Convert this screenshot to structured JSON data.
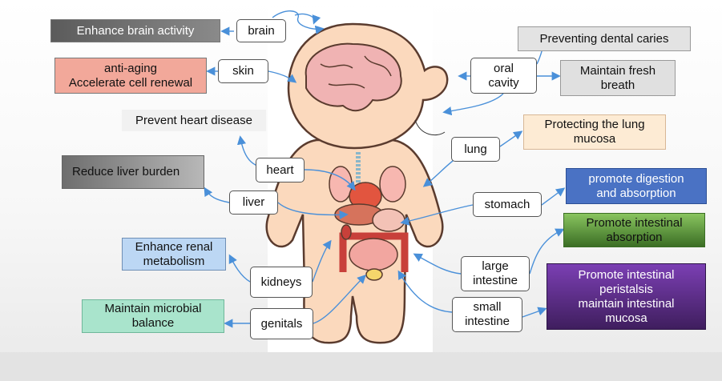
{
  "organs": {
    "brain": "brain",
    "skin": "skin",
    "heart": "heart",
    "liver": "liver",
    "kidneys": "kidneys",
    "genitals": "genitals",
    "oral_cavity": "oral\ncavity",
    "lung": "lung",
    "stomach": "stomach",
    "large_intestine": "large\nintestine",
    "small_intestine": "small\nintestine"
  },
  "benefits": {
    "brain": "Enhance brain activity",
    "skin": "anti-aging\nAccelerate cell renewal",
    "heart": "Prevent heart disease",
    "liver": "Reduce liver burden",
    "kidneys": "Enhance renal\nmetabolism",
    "genitals": "Maintain microbial\nbalance",
    "oral_cavity_1": "Preventing dental caries",
    "oral_cavity_2": "Maintain fresh\nbreath",
    "lung": "Protecting the lung\nmucosa",
    "stomach": "promote digestion\nand absorption",
    "large_intestine": "Promote intestinal\nabsorption",
    "small_intestine": "Promote intestinal\nperistalsis\nmaintain intestinal\nmucosa"
  },
  "colors": {
    "arrow": "#4a90d9",
    "skin_tone": "#fbd9bd",
    "outline": "#5a3b2e",
    "brain": "#f0b3b3"
  }
}
